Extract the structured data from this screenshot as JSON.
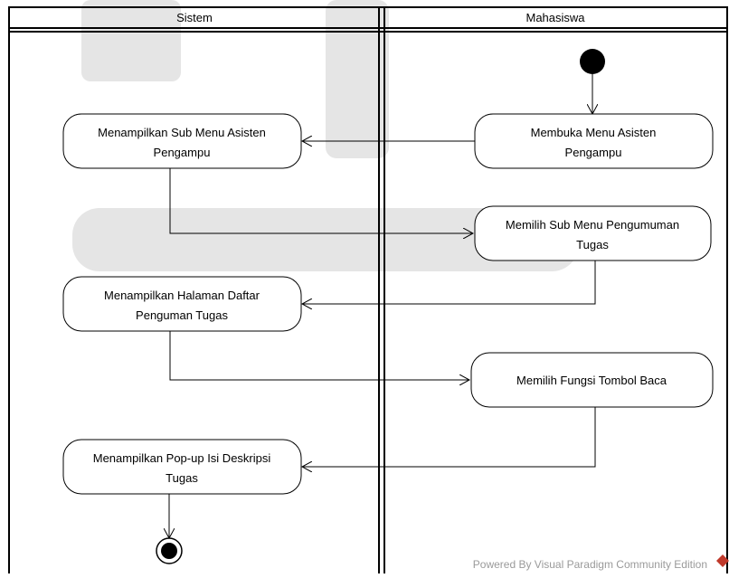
{
  "lanes": [
    "Sistem",
    "Mahasiswa"
  ],
  "activities": {
    "a1": [
      "Menampilkan Sub Menu Asisten",
      "Pengampu"
    ],
    "a2": [
      "Membuka Menu Asisten",
      "Pengampu"
    ],
    "a3": [
      "Memilih Sub Menu Pengumuman",
      "Tugas"
    ],
    "a4": [
      "Menampilkan Halaman Daftar",
      "Penguman Tugas"
    ],
    "a5": [
      "Memilih Fungsi Tombol Baca"
    ],
    "a6": [
      "Menampilkan Pop-up Isi Deskripsi",
      "Tugas"
    ]
  },
  "footer": "Powered By  Visual Paradigm Community Edition"
}
